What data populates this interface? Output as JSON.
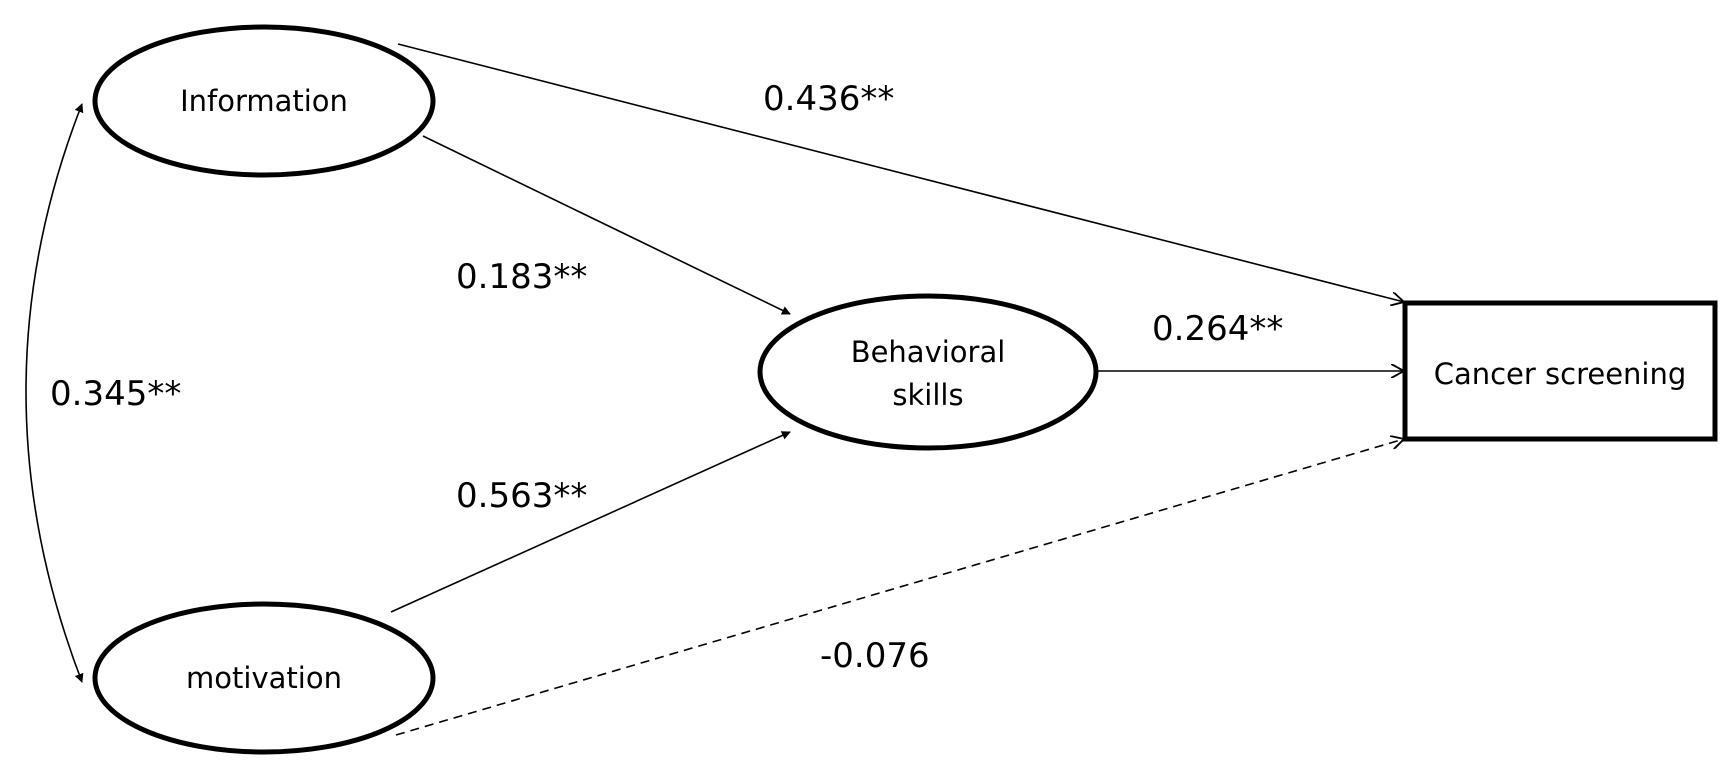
{
  "nodes": {
    "information": {
      "label": "Information"
    },
    "motivation": {
      "label": "motivation"
    },
    "behavioral_skills": {
      "label_line1": "Behavioral",
      "label_line2": "skills"
    },
    "cancer_screening": {
      "label": "Cancer screening"
    }
  },
  "paths": {
    "information_to_screening": {
      "coefficient": "0.436**",
      "significant": true
    },
    "information_to_behavioral": {
      "coefficient": "0.183**",
      "significant": true
    },
    "motivation_to_behavioral": {
      "coefficient": "0.563**",
      "significant": true
    },
    "behavioral_to_screening": {
      "coefficient": "0.264**",
      "significant": true
    },
    "motivation_to_screening": {
      "coefficient": "-0.076",
      "significant": false
    },
    "information_motivation_correlation": {
      "coefficient": "0.345**",
      "significant": true
    }
  },
  "colors": {
    "stroke": "#000000",
    "background": "#ffffff"
  }
}
